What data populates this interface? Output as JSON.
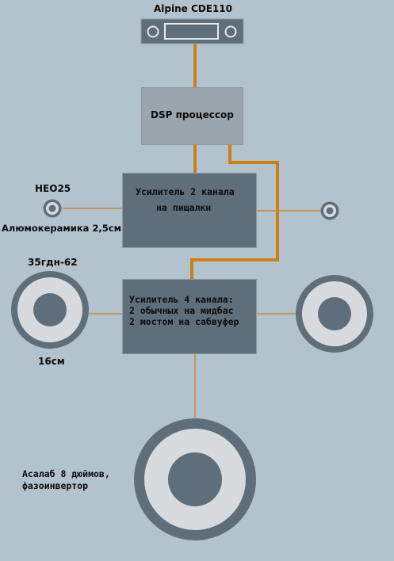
{
  "head_unit": {
    "label": "Alpine CDE110"
  },
  "dsp": {
    "label": "DSP процессор"
  },
  "amp2": {
    "line1": "Усилитель 2 канала",
    "line2": "на пищалки"
  },
  "amp4": {
    "line1": "Усилитель 4 канала:",
    "line2": "2 обычных на мидбас",
    "line3": "2 мостом на сабвуфер"
  },
  "tweeter": {
    "model": "HEO25",
    "material": "Алюмокерамика 2,5см"
  },
  "midbass": {
    "model": "35гдн-62",
    "size": "16см"
  },
  "sub": {
    "line1": "Асалаб 8 дюймов,",
    "line2": "фазоинвертор"
  },
  "colors": {
    "background": "#b2c3ce",
    "box_dark": "#5f6e7b",
    "box_light": "#9aa5ad",
    "wire_power": "#cd7f16",
    "wire_signal": "#c98838",
    "speaker_ring": "#d7dbdd",
    "speaker_center": "#5f6e7b"
  }
}
